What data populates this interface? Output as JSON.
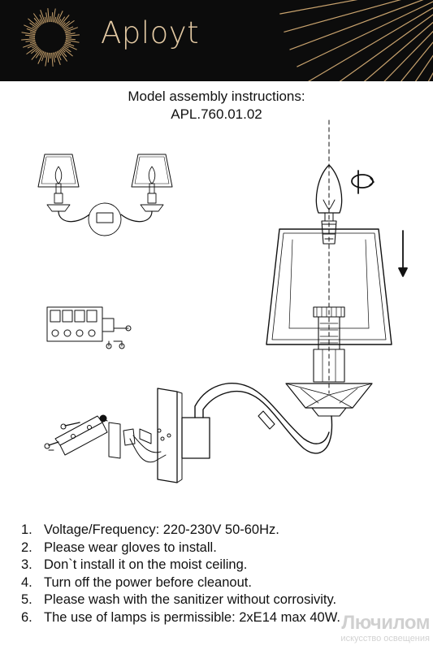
{
  "brand": {
    "name": "Aployt",
    "logo": "sunburst-logo-icon",
    "colors": {
      "banner": "#0c0c0c",
      "accent": "#e3c9a3"
    }
  },
  "document": {
    "title": "Model assembly instructions:",
    "model": "APL.760.01.02"
  },
  "instructions": [
    {
      "num": "1.",
      "text": "Voltage/Frequency: 220-230V 50-60Hz."
    },
    {
      "num": "2.",
      "text": "Please wear gloves to install."
    },
    {
      "num": "3.",
      "text": "Don`t install it on the moist ceiling."
    },
    {
      "num": "4.",
      "text": "Turn off the power before cleanout."
    },
    {
      "num": "5.",
      "text": "Please wash with the sanitizer without corrosivity."
    },
    {
      "num": "6.",
      "text": "The use of lamps is permissible: 2xE14 max 40W."
    }
  ],
  "watermark": {
    "line1": "Лючилом",
    "line2": "искусство освещения"
  }
}
